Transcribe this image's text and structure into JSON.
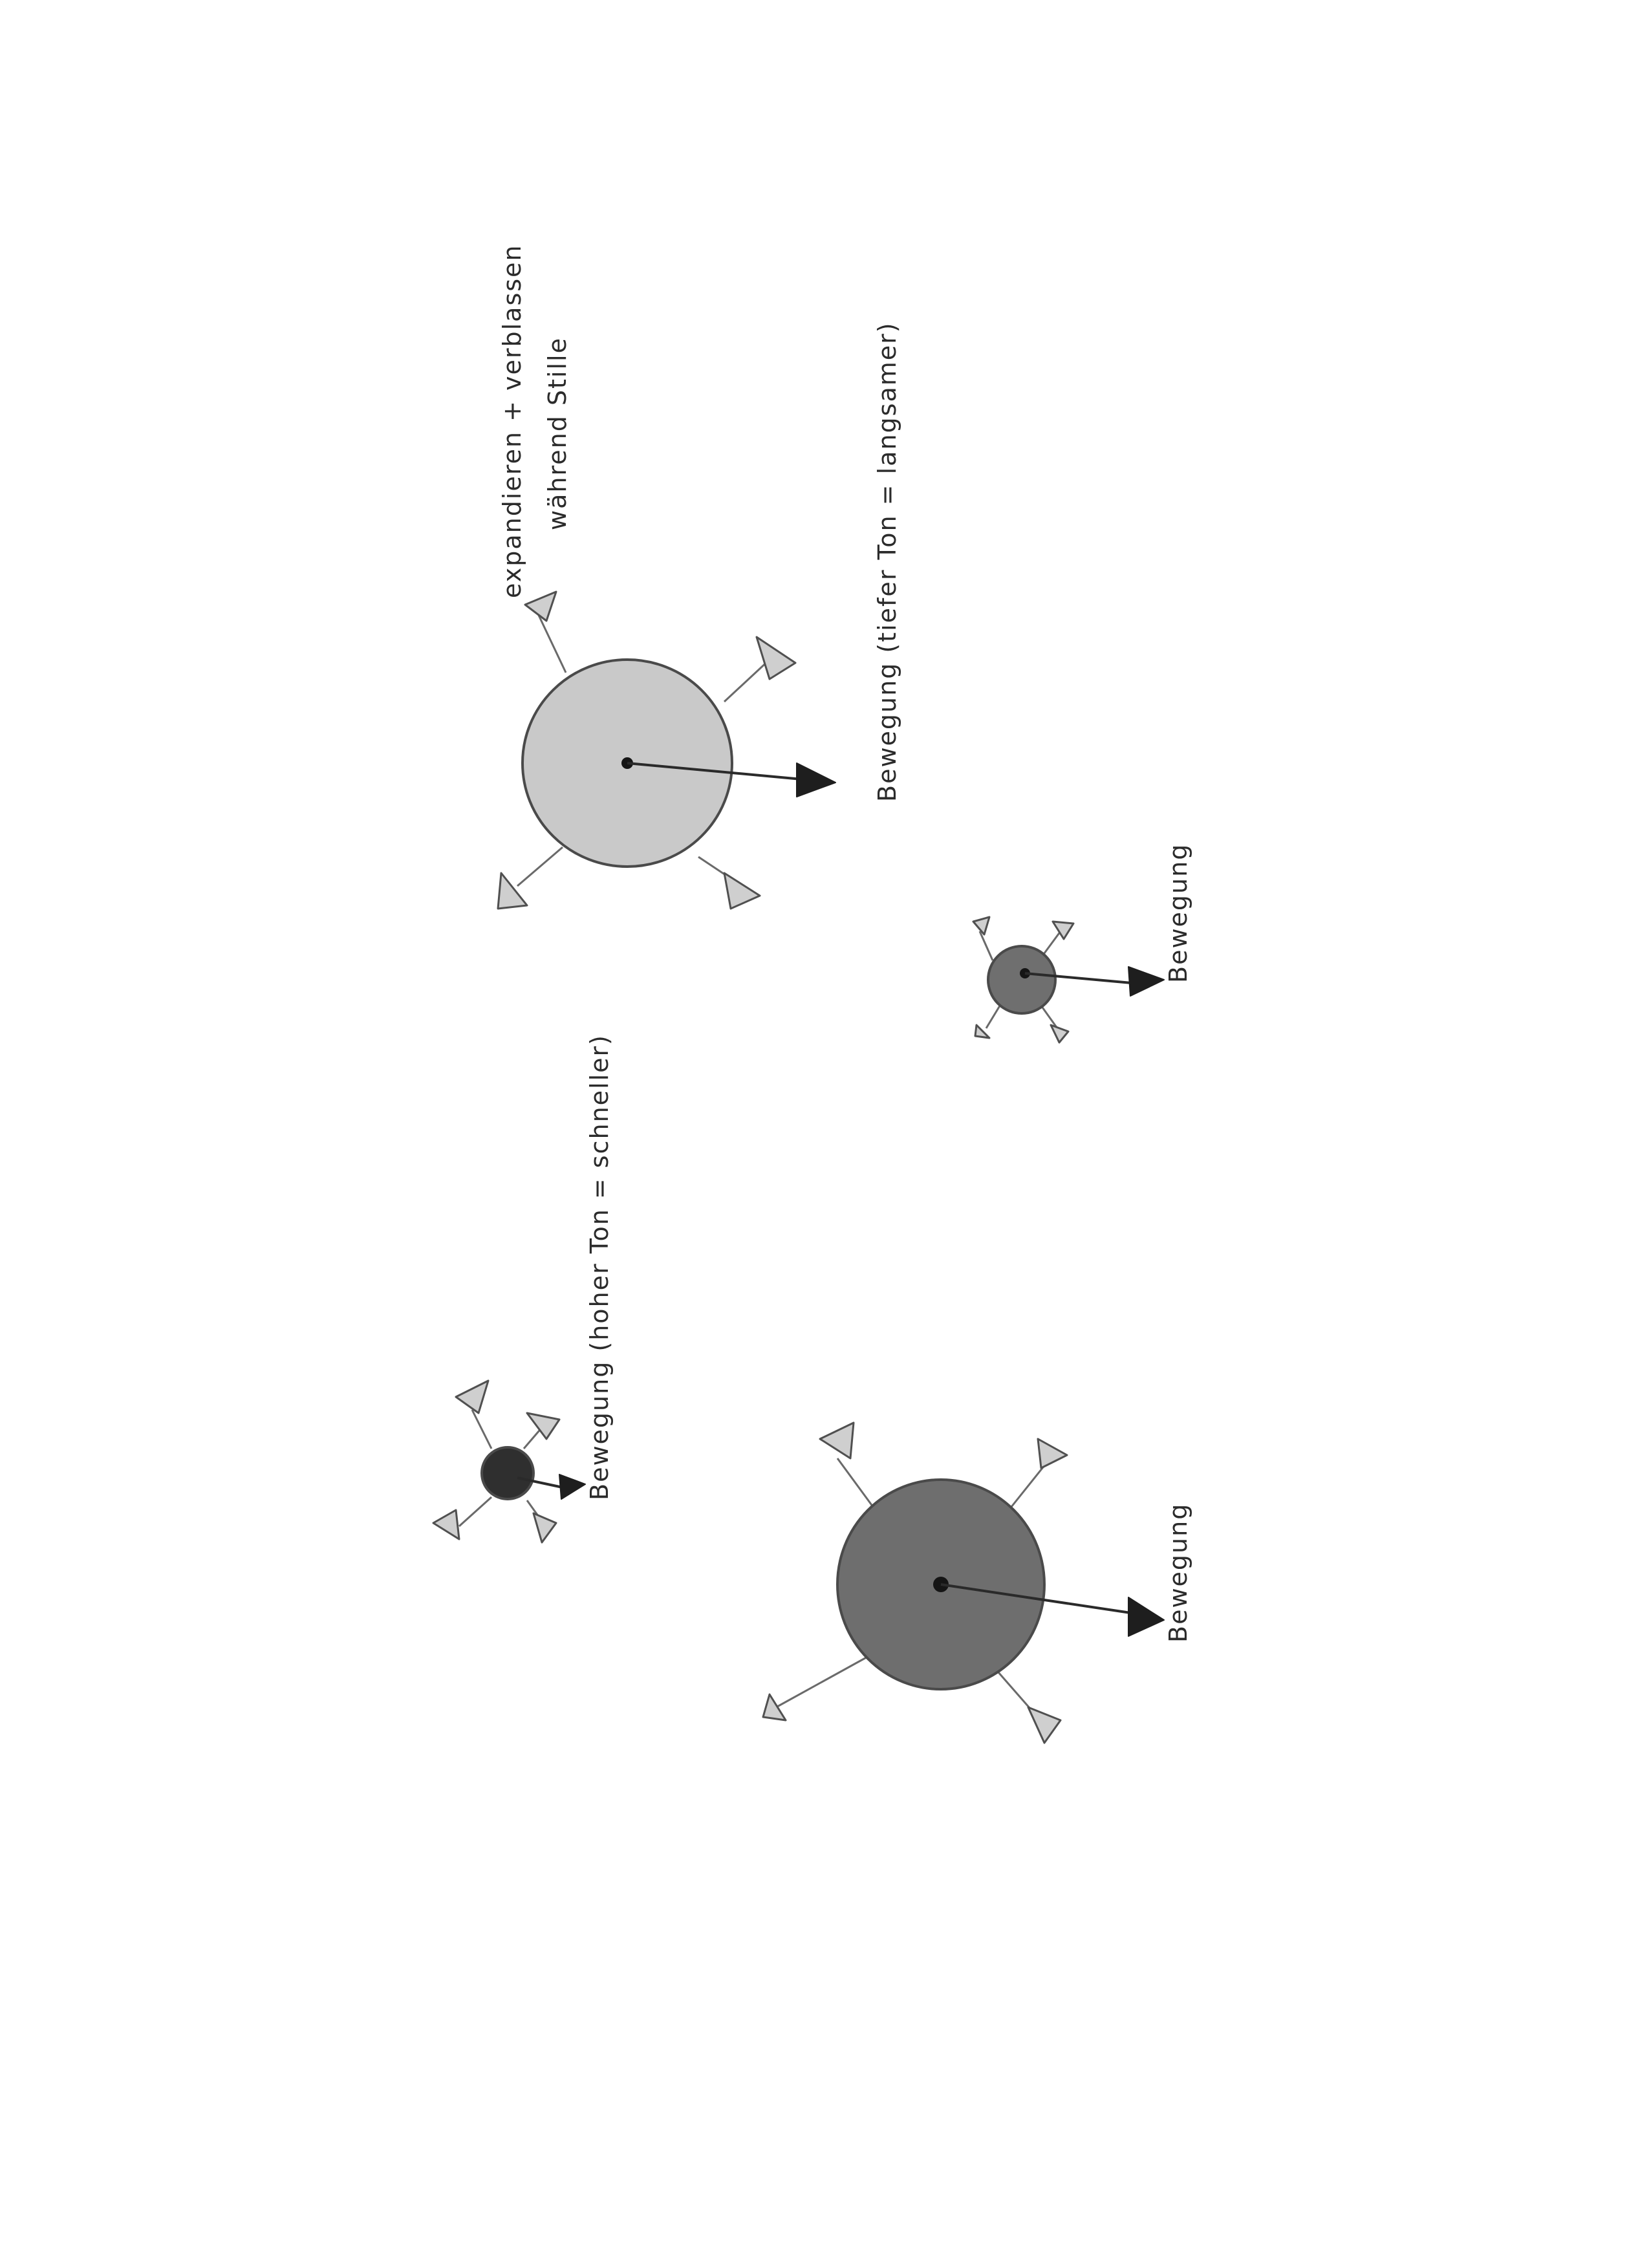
{
  "sheet": {
    "background": "#ffffff"
  },
  "annotations": {
    "expand": "expandieren + verblassen",
    "silence": "während Stille",
    "movement_low": "Bewegung (tiefer Ton = langsamer)",
    "movement_small": "Bewegung",
    "movement_high": "Bewegung (hoher Ton = schneller)",
    "movement_dark": "Bewegung"
  },
  "shapes": [
    {
      "name": "large-light-circle",
      "fill": "#c9c9c9"
    },
    {
      "name": "small-mid-circle",
      "fill": "#6f6f6f"
    },
    {
      "name": "tiny-dark-circle",
      "fill": "#2f2f2f"
    },
    {
      "name": "large-dark-circle",
      "fill": "#6e6e6e"
    }
  ],
  "colors": {
    "ray_head": "#cfcfcf",
    "movement_arrow": "#1e1e1e",
    "ink": "#2b2b2b"
  }
}
